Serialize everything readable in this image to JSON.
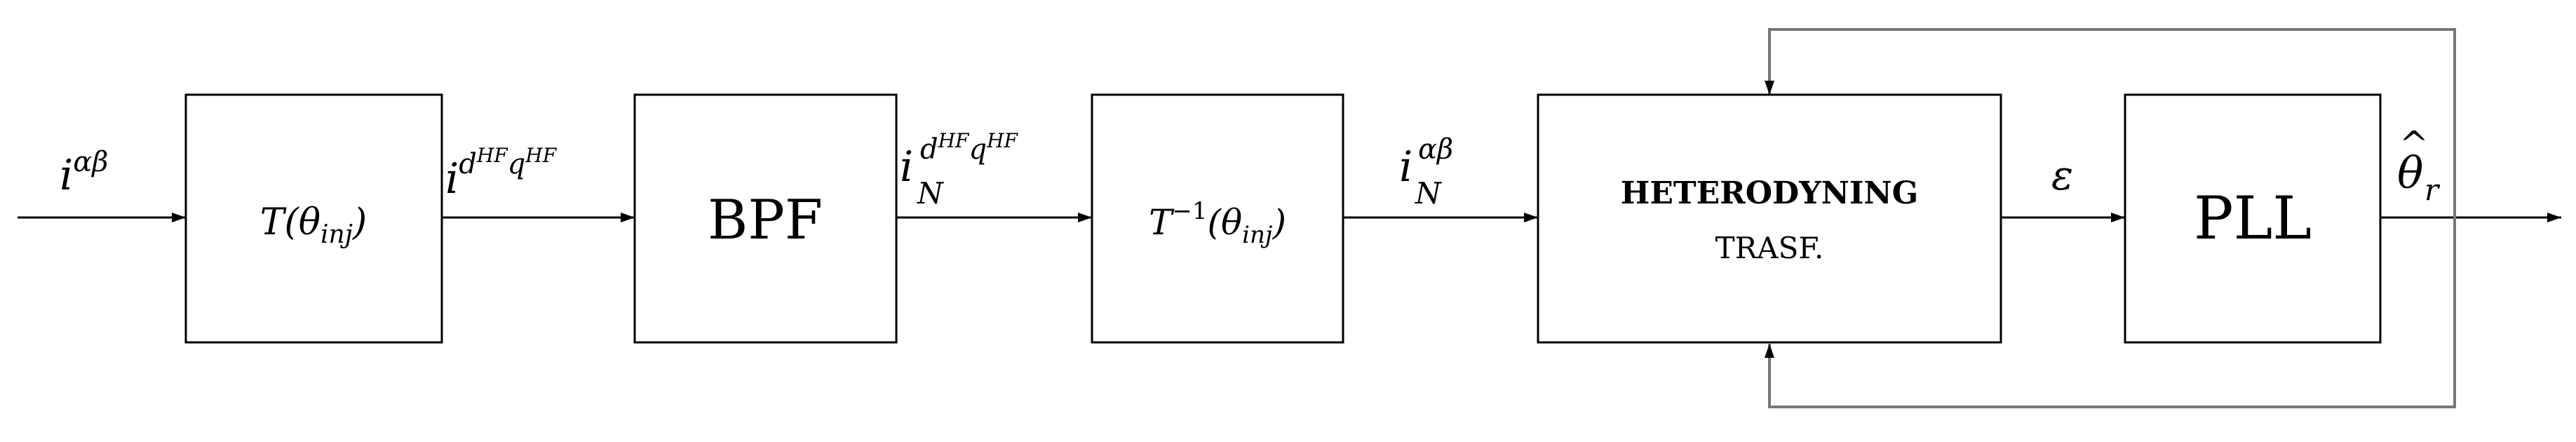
{
  "diagram": {
    "blocks": {
      "t_inj": {
        "prefix": "T(θ",
        "sub": "inj",
        "suffix": ")"
      },
      "bpf": {
        "label": "BPF"
      },
      "t_inv": {
        "prefix": "T",
        "sup": "−1",
        "mid": "(θ",
        "sub": "inj",
        "suffix": ")"
      },
      "heterodyning": {
        "line1": "HETERODYNING",
        "line2": "TRASF."
      },
      "pll": {
        "label": "PLL"
      }
    },
    "signals": {
      "input": {
        "base": "i",
        "sup": "αβ"
      },
      "t_out": {
        "base": "i",
        "sup1": "d",
        "sup1_sup": "HF",
        "sup2": "q",
        "sup2_sup": "HF"
      },
      "bpf_out": {
        "base": "i",
        "sub": "N",
        "sup1": "d",
        "sup1_sup": "HF",
        "sup2": "q",
        "sup2_sup": "HF"
      },
      "tinv_out": {
        "base": "i",
        "sub": "N",
        "sup": "αβ"
      },
      "error": {
        "label": "ε"
      },
      "output": {
        "base": "θ",
        "sub": "r",
        "accent": "^"
      }
    }
  }
}
